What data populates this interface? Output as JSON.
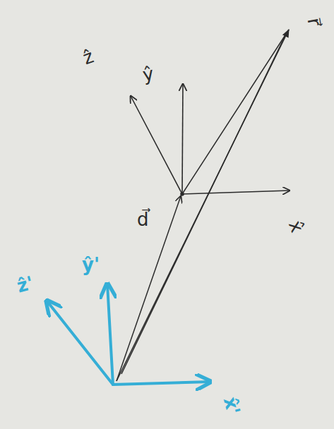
{
  "diagram": {
    "labels": [
      "ẑ",
      "ŷ",
      "r⃗",
      "d⃗",
      "x̂",
      "ẑ'",
      "ŷ'",
      "x̂'"
    ]
  }
}
